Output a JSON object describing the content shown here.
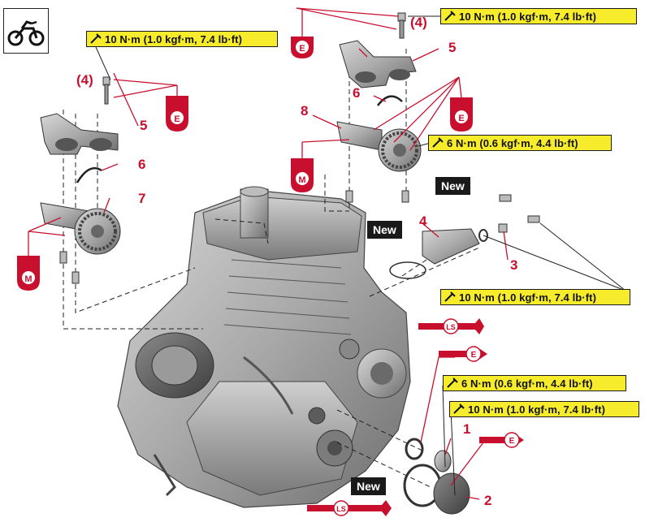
{
  "torque_specs": {
    "top_right": "10 N·m (1.0 kgf·m, 7.4 lb·ft)",
    "left": "10 N·m (1.0 kgf·m, 7.4 lb·ft)",
    "camshaft": "6 N·m (0.6 kgf·m, 4.4 lb·ft)",
    "tensioner": "10 N·m (1.0 kgf·m, 7.4 lb·ft)",
    "plug_small": "6 N·m (0.6 kgf·m, 4.4 lb·ft)",
    "plug_large": "10 N·m (1.0 kgf·m, 7.4 lb·ft)"
  },
  "new_labels": {
    "tensioner": "New",
    "gasket": "New",
    "oring": "New"
  },
  "part_numbers": {
    "p4_right": "(4)",
    "p4_left": "(4)",
    "p5_right": "5",
    "p5_left": "5",
    "p6_right": "6",
    "p6_left": "6",
    "p7": "7",
    "p8": "8",
    "p4_tensioner": "4",
    "p3": "3",
    "p1": "1",
    "p2": "2"
  },
  "lube_marks": {
    "engine_oil": "E",
    "moly": "M",
    "lithium": "LS"
  },
  "icons": {
    "vehicle": "motorcycle-icon",
    "torque": "torque-wrench-icon",
    "oil": "oil-can-icon"
  },
  "colors": {
    "leader_red": "#c8102e",
    "torque_yellow": "#f6ec2c",
    "part_gray": "#9a9a9a"
  }
}
